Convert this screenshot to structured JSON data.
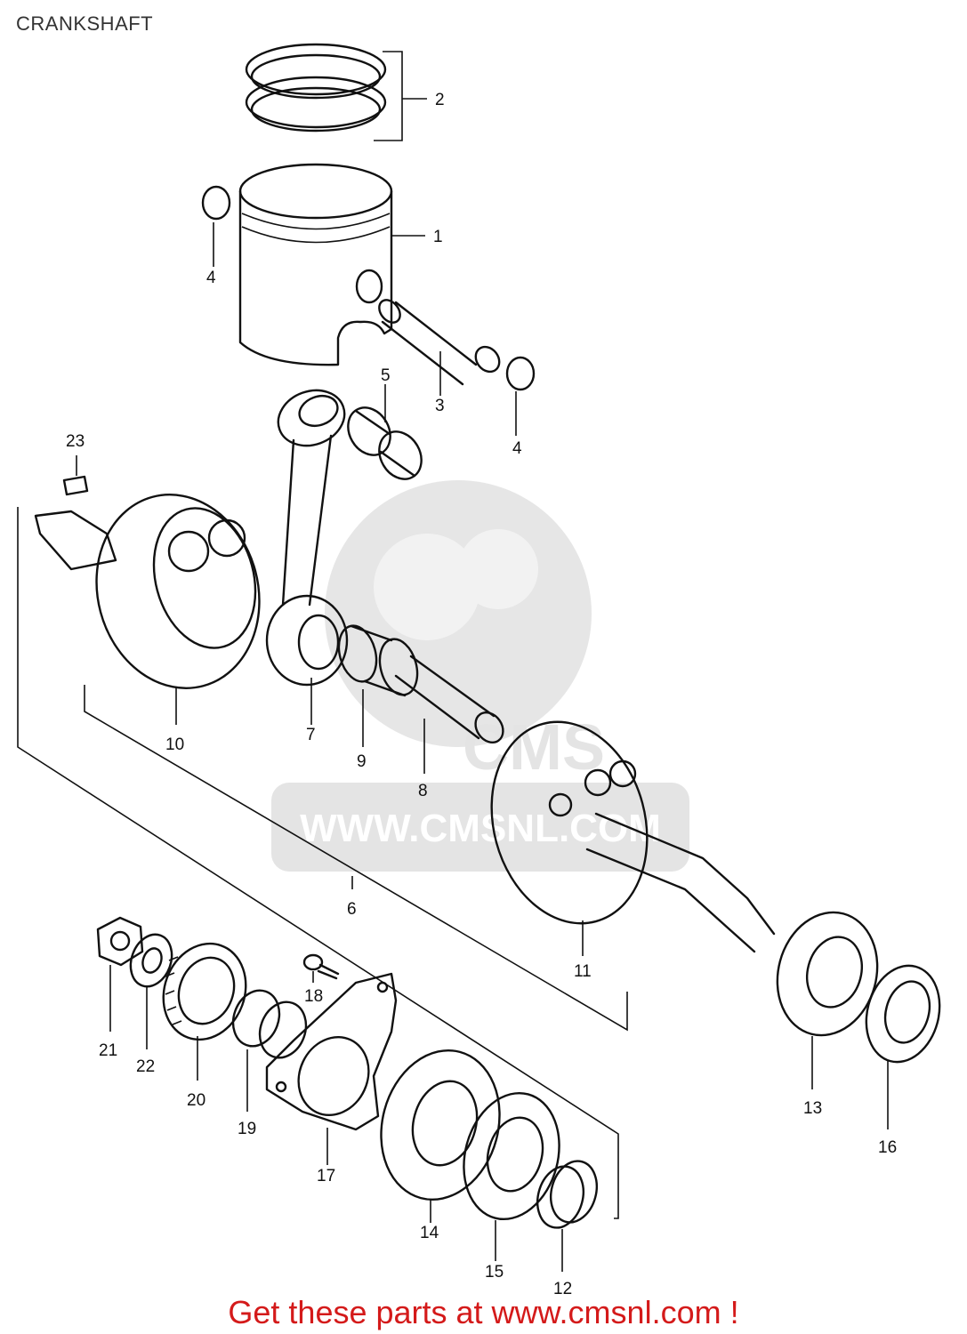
{
  "header": {
    "title": "CRANKSHAFT"
  },
  "watermark": {
    "text": "WWW.CMSNL.COM",
    "logo_letters": "CMS"
  },
  "footer": {
    "text": "Get these parts at www.cmsnl.com !"
  },
  "colors": {
    "footer_text": "#d41a1a",
    "watermark": "#e4e4e4",
    "line_art": "#111111"
  },
  "parts": [
    {
      "ref": "1",
      "label": "1"
    },
    {
      "ref": "2",
      "label": "2"
    },
    {
      "ref": "3",
      "label": "3"
    },
    {
      "ref": "4a",
      "label": "4"
    },
    {
      "ref": "4b",
      "label": "4"
    },
    {
      "ref": "5",
      "label": "5"
    },
    {
      "ref": "6",
      "label": "6"
    },
    {
      "ref": "7",
      "label": "7"
    },
    {
      "ref": "8",
      "label": "8"
    },
    {
      "ref": "9",
      "label": "9"
    },
    {
      "ref": "10",
      "label": "10"
    },
    {
      "ref": "11",
      "label": "11"
    },
    {
      "ref": "12",
      "label": "12"
    },
    {
      "ref": "13",
      "label": "13"
    },
    {
      "ref": "14",
      "label": "14"
    },
    {
      "ref": "15",
      "label": "15"
    },
    {
      "ref": "16",
      "label": "16"
    },
    {
      "ref": "17",
      "label": "17"
    },
    {
      "ref": "18",
      "label": "18"
    },
    {
      "ref": "19",
      "label": "19"
    },
    {
      "ref": "20",
      "label": "20"
    },
    {
      "ref": "21",
      "label": "21"
    },
    {
      "ref": "22",
      "label": "22"
    },
    {
      "ref": "23",
      "label": "23"
    }
  ]
}
